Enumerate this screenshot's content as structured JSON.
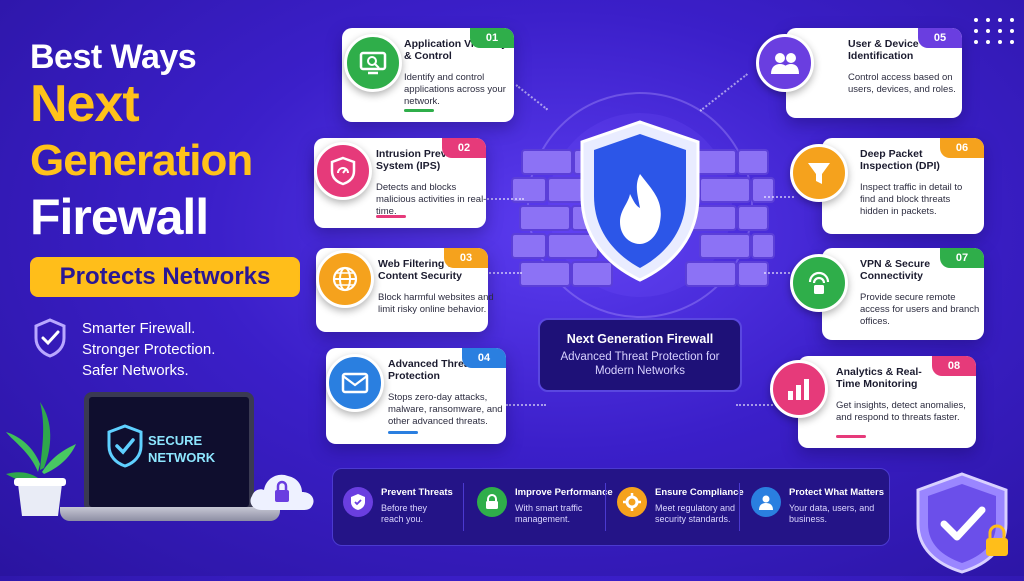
{
  "headline": {
    "line1": "Best Ways",
    "line2": "Next",
    "line3": "Generation",
    "line4": "Firewall",
    "badge": "Protects Networks"
  },
  "tagline": [
    "Smarter Firewall.",
    "Stronger Protection.",
    "Safer Networks."
  ],
  "features": [
    {
      "num": "01",
      "title": "Application Visibility & Control",
      "desc": "Identify and control applications across your network.",
      "color": "#2fae4a",
      "icon": "search-monitor-icon"
    },
    {
      "num": "02",
      "title": "Intrusion Prevention System (IPS)",
      "desc": "Detects and blocks malicious activities in real-time.",
      "color": "#e63a7a",
      "icon": "shield-gauge-icon"
    },
    {
      "num": "03",
      "title": "Web Filtering & Content Security",
      "desc": "Block harmful websites and limit risky online behavior.",
      "color": "#f5a21d",
      "icon": "globe-icon"
    },
    {
      "num": "04",
      "title": "Advanced Threat Protection",
      "desc": "Stops zero-day attacks, malware, ransomware, and other advanced threats.",
      "color": "#2a7fe0",
      "icon": "mail-icon"
    },
    {
      "num": "05",
      "title": "User & Device Identification",
      "desc": "Control access based on users, devices, and roles.",
      "color": "#6a3ee0",
      "icon": "users-icon"
    },
    {
      "num": "06",
      "title": "Deep Packet Inspection (DPI)",
      "desc": "Inspect traffic in detail to find and block threats hidden in packets.",
      "color": "#f5a21d",
      "icon": "filter-icon"
    },
    {
      "num": "07",
      "title": "VPN & Secure Connectivity",
      "desc": "Provide secure remote access for users and branch offices.",
      "color": "#2fae4a",
      "icon": "lock-signal-icon"
    },
    {
      "num": "08",
      "title": "Analytics & Real-Time Monitoring",
      "desc": "Get insights, detect anomalies, and respond to threats faster.",
      "color": "#e63a7a",
      "icon": "bar-chart-icon"
    }
  ],
  "center": {
    "title": "Next Generation Firewall",
    "subtitle": "Advanced Threat Protection for Modern Networks"
  },
  "benefits": [
    {
      "title": "Prevent Threats",
      "desc": "Before they reach you.",
      "color": "#6a3ee0",
      "icon": "shield-check-icon"
    },
    {
      "title": "Improve Performance",
      "desc": "With smart traffic management.",
      "color": "#2fae4a",
      "icon": "lock-icon"
    },
    {
      "title": "Ensure Compliance",
      "desc": "Meet regulatory and security standards.",
      "color": "#f5a21d",
      "icon": "gear-icon"
    },
    {
      "title": "Protect What Matters",
      "desc": "Your data, users, and business.",
      "color": "#2a7fe0",
      "icon": "user-icon"
    }
  ],
  "laptop": {
    "line1": "SECURE",
    "line2": "NETWORK"
  }
}
